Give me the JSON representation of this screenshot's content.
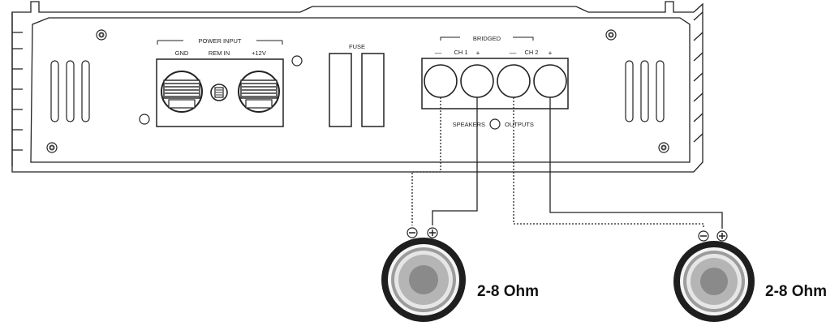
{
  "amplifier": {
    "power_input": {
      "title": "POWER INPUT",
      "gnd": "GND",
      "rem": "REM IN",
      "plus12": "+12V"
    },
    "fuse": "FUSE",
    "bridged": "BRIDGED",
    "ch1": "CH 1",
    "ch2": "CH 2",
    "minus": "—",
    "plus": "+",
    "speakers": "SPEAKERS",
    "outputs": "OUTPUTS"
  },
  "speakers": [
    {
      "impedance": "2-8 Ohm"
    },
    {
      "impedance": "2-8 Ohm"
    }
  ],
  "colors": {
    "line": "#222222",
    "cone_outer": "#9a9a9a",
    "cone_inner": "#8a8a8a"
  }
}
